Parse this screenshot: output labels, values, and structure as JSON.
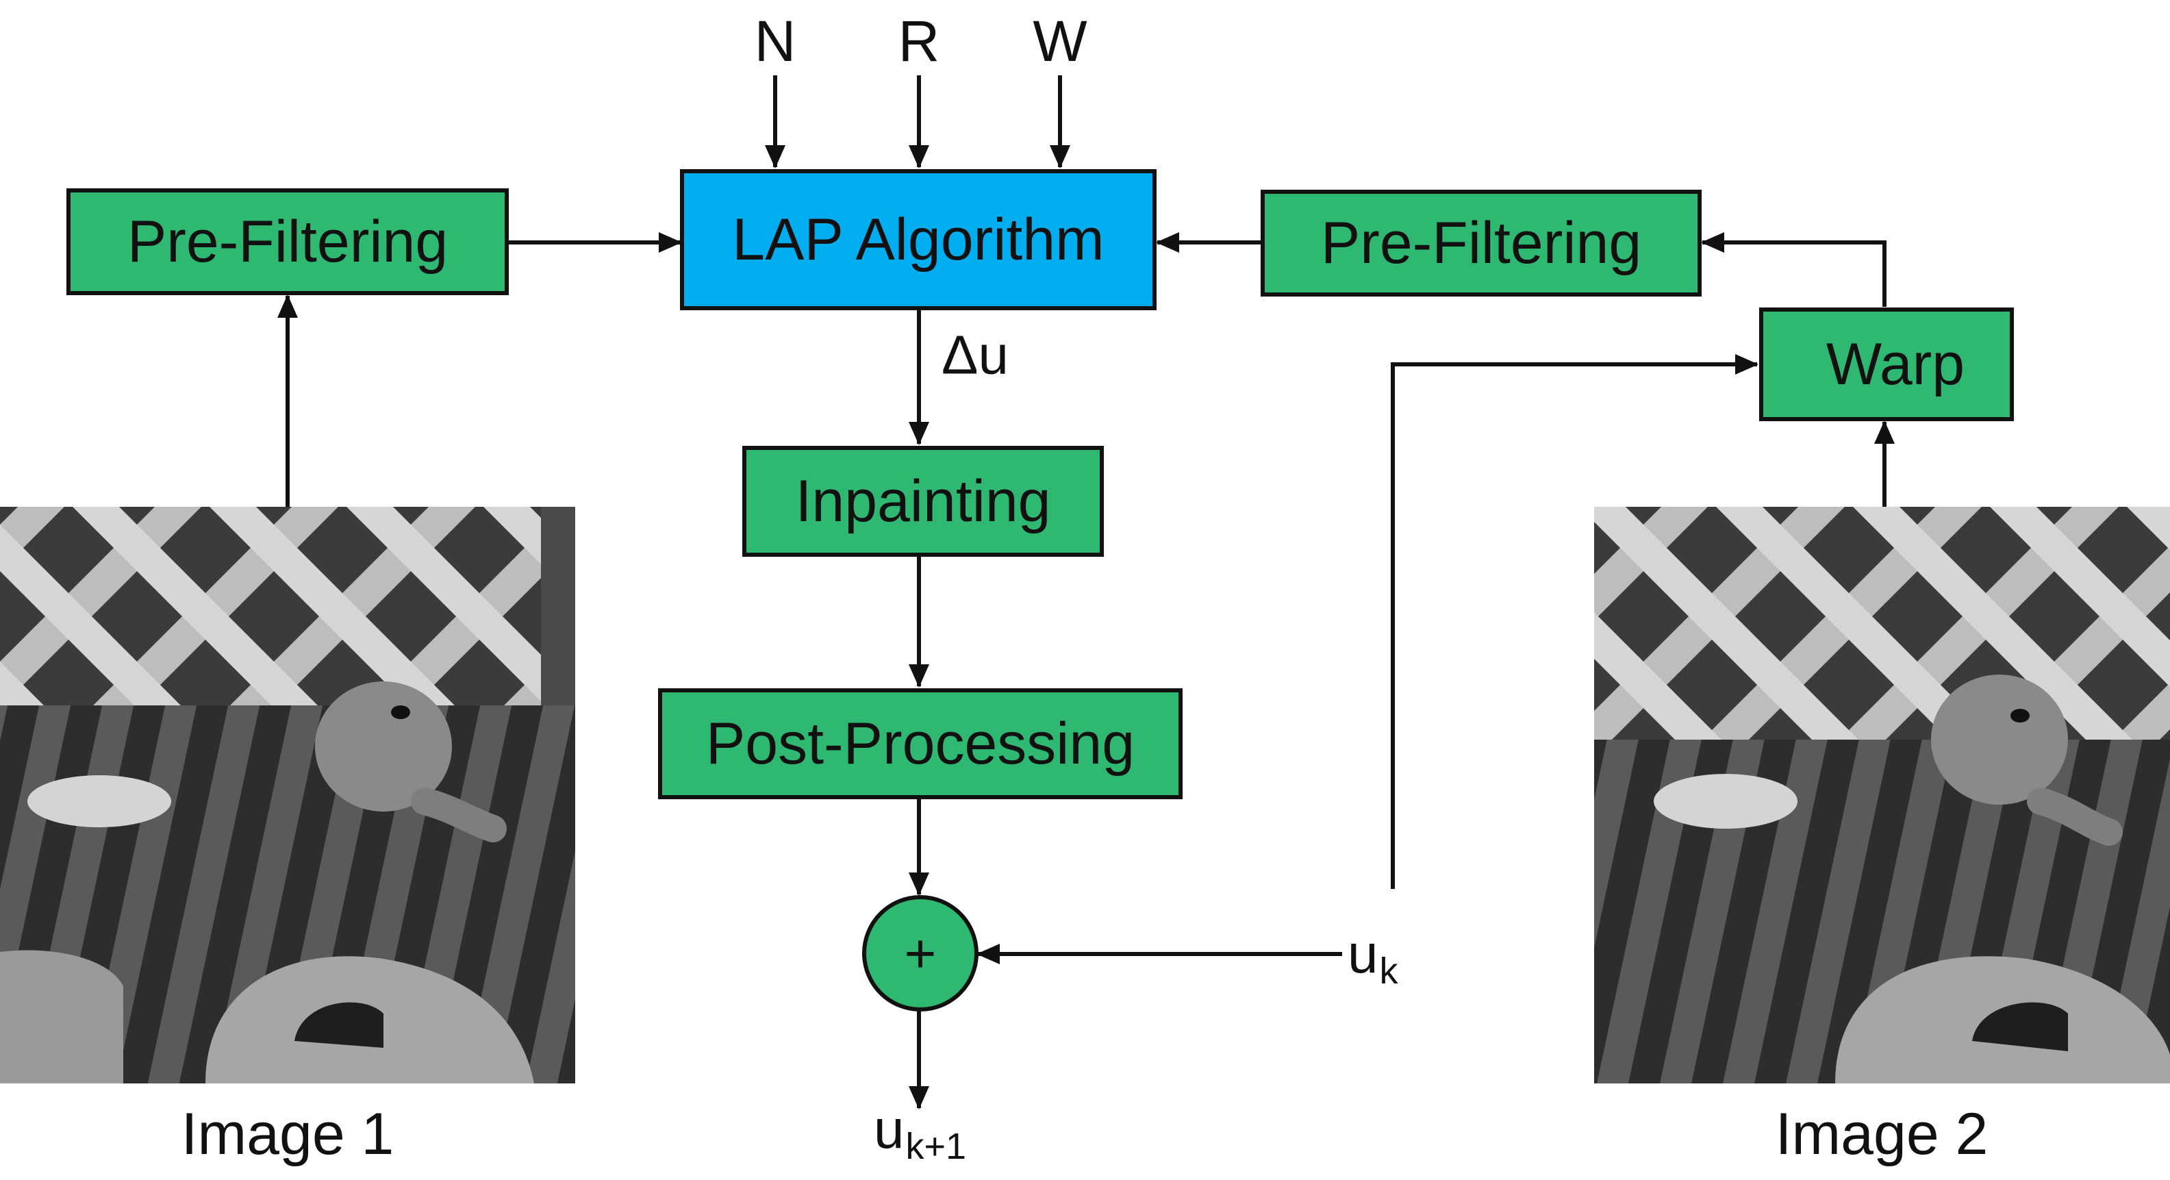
{
  "colors": {
    "process_box": "#2eb872",
    "lap_box": "#00adef",
    "stroke": "#111111",
    "background": "#ffffff"
  },
  "inputs": {
    "n_label": "N",
    "r_label": "R",
    "w_label": "W"
  },
  "boxes": {
    "prefilter_left": "Pre-Filtering",
    "lap": "LAP Algorithm",
    "prefilter_right": "Pre-Filtering",
    "warp": "Warp",
    "inpainting": "Inpainting",
    "postprocessing": "Post-Processing"
  },
  "labels": {
    "delta_u": "Δu",
    "plus": "+",
    "uk_base": "u",
    "uk_sub": "k",
    "uk1_base": "u",
    "uk1_sub": "k+1"
  },
  "captions": {
    "image1": "Image 1",
    "image2": "Image 2"
  },
  "images": {
    "image1": "grayscale-photo-lattice-fence-toy-striped-cloth",
    "image2": "grayscale-photo-lattice-fence-toy-striped-cloth"
  }
}
